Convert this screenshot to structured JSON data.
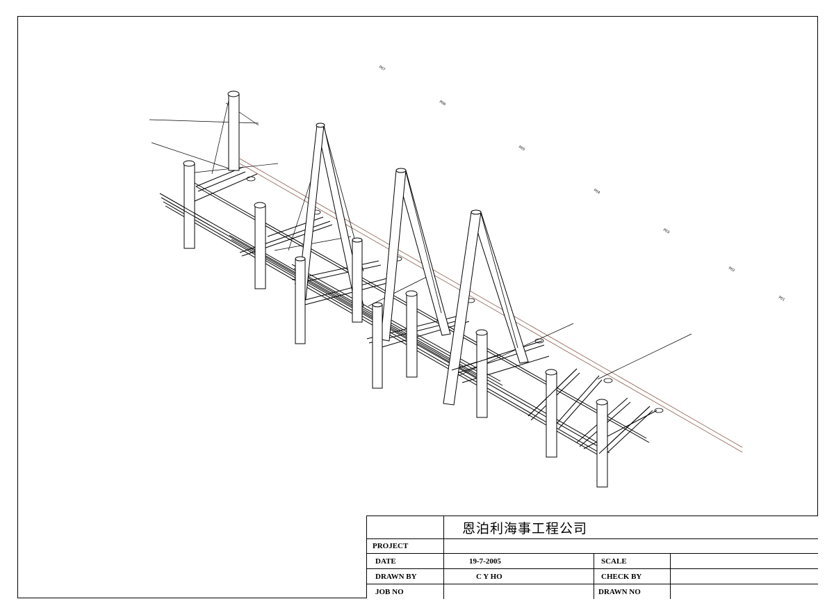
{
  "title_block": {
    "company": "恩泊利海事工程公司",
    "project_label": "PROJECT",
    "project_value": "",
    "date_label": "DATE",
    "date_value": "19-7-2005",
    "scale_label": "SCALE",
    "scale_value": "",
    "drawn_by_label": "DRAWN BY",
    "drawn_by_value": "C Y HO",
    "check_by_label": "CHECK BY",
    "check_by_value": "",
    "job_no_label": "JOB NO",
    "job_no_value": "",
    "drawn_no_label": "DRAWN NO",
    "drawn_no_value": ""
  },
  "pile_tags": [
    "P07",
    "P06",
    "P05",
    "P04",
    "P03",
    "P02",
    "P01"
  ],
  "colors": {
    "line": "#000000",
    "guide": "#8a5a4a",
    "background": "#ffffff"
  }
}
